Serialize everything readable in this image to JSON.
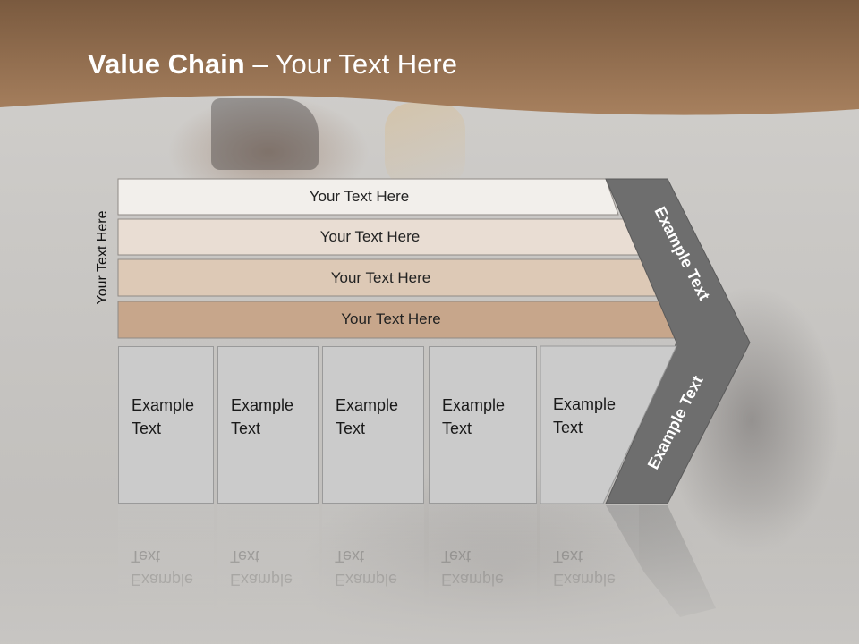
{
  "slide": {
    "title_bold": "Value Chain",
    "title_rest": " – Your Text Here",
    "side_label": "Your Text Here",
    "bars": [
      {
        "label": "Your Text Here",
        "color": "#f2efeb"
      },
      {
        "label": "Your Text Here",
        "color": "#e9ddd3"
      },
      {
        "label": "Your Text Here",
        "color": "#ddc9b6"
      },
      {
        "label": "Your Text Here",
        "color": "#c7a68b"
      }
    ],
    "columns": [
      {
        "line1": "Example",
        "line2": "Text"
      },
      {
        "line1": "Example",
        "line2": "Text"
      },
      {
        "line1": "Example",
        "line2": "Text"
      },
      {
        "line1": "Example",
        "line2": "Text"
      },
      {
        "line1": "Example",
        "line2": "Text"
      }
    ],
    "chevron": {
      "upper_label": "Example Text",
      "lower_label": "Example Text",
      "color": "#6e6e6e"
    },
    "colors": {
      "header_brown": "#9a6f4a",
      "title_text": "#ffffff"
    }
  }
}
